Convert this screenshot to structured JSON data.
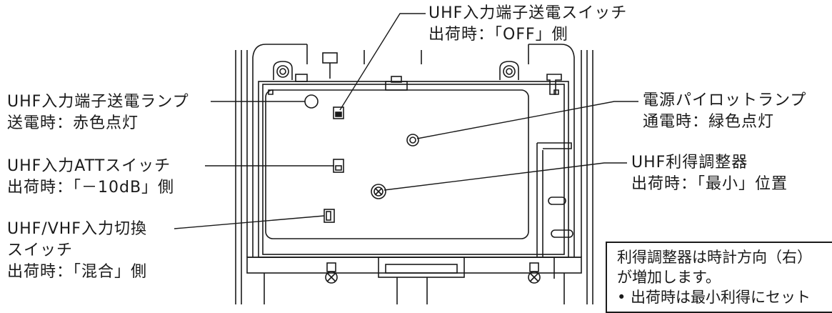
{
  "callouts": {
    "power_switch": {
      "line1": "UHF入力端子送電スイッチ",
      "line2": "出荷時：「OFF」側"
    },
    "power_lamp": {
      "line1": "UHF入力端子送電ランプ",
      "line2": "送電時：赤色点灯"
    },
    "att_switch": {
      "line1": "UHF入力ATTスイッチ",
      "line2": "出荷時：「－10dB」側"
    },
    "input_select": {
      "line1": "UHF/VHF入力切換",
      "line2": "スイッチ",
      "line3": "出荷時：「混合」側"
    },
    "pilot_lamp": {
      "line1": "電源パイロットランプ",
      "line2": "通電時：緑色点灯"
    },
    "gain_adjuster": {
      "line1": "UHF利得調整器",
      "line2": "出荷時：「最小」位置"
    }
  },
  "note": {
    "line1": "利得調整器は時計方向（右）",
    "line2": "が増加します。",
    "line3": "• 出荷時は最小利得にセット"
  }
}
